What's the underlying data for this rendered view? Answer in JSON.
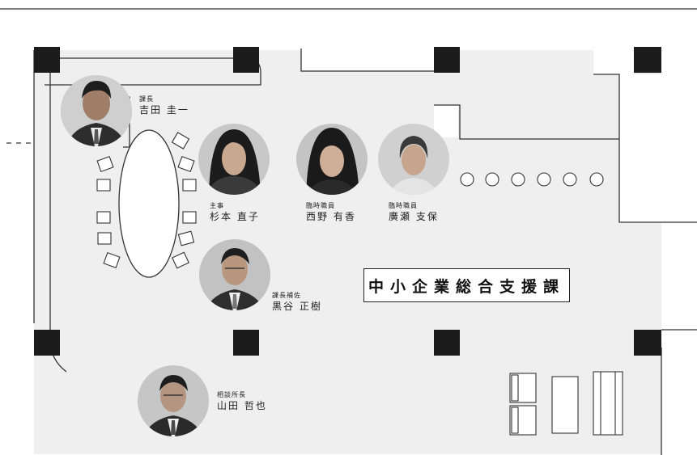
{
  "department": "中小企業総合支援課",
  "staff": [
    {
      "id": "yoshida",
      "role": "課長",
      "name": "吉田 圭一"
    },
    {
      "id": "sugimoto",
      "role": "主事",
      "name": "杉本 直子"
    },
    {
      "id": "nishino",
      "role": "臨時職員",
      "name": "西野 有香"
    },
    {
      "id": "hirose",
      "role": "臨時職員",
      "name": "廣瀬 支保"
    },
    {
      "id": "kuroya",
      "role": "課長補佐",
      "name": "黒谷 正樹"
    },
    {
      "id": "yamada",
      "role": "相談所長",
      "name": "山田 哲也"
    }
  ],
  "colors": {
    "floor": "#efefef",
    "pillar": "#1c1c1c",
    "line": "#333333",
    "photo_bg": "#b9b9b9"
  }
}
